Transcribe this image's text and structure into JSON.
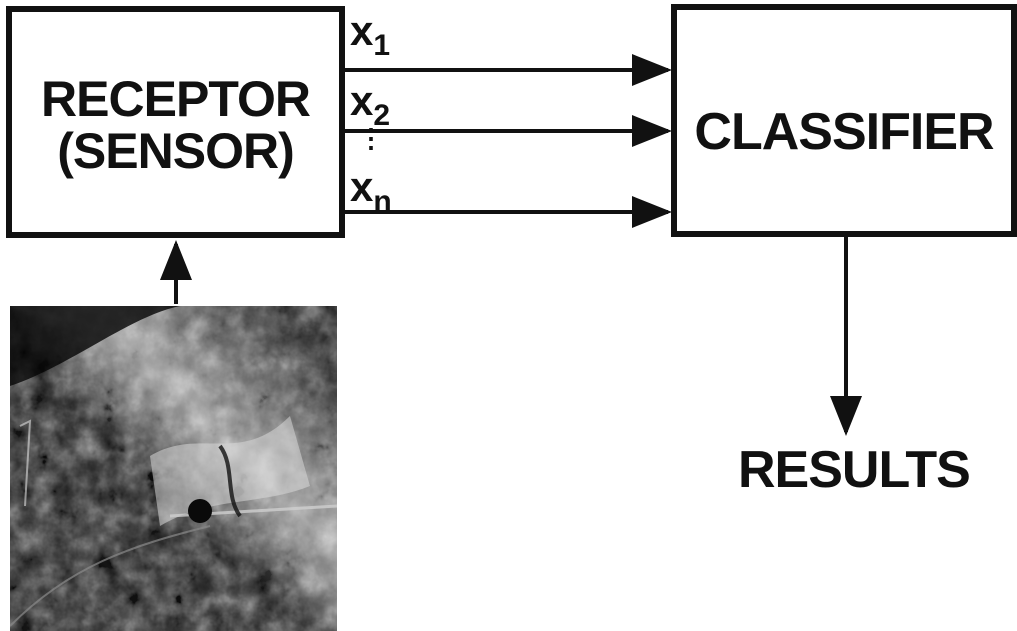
{
  "receptor": {
    "line1": "RECEPTOR",
    "line2": "(SENSOR)"
  },
  "classifier": {
    "label": "CLASSIFIER"
  },
  "features": [
    {
      "base": "x",
      "sub": "1"
    },
    {
      "base": "x",
      "sub": "2"
    },
    {
      "base": "x",
      "sub": "n"
    }
  ],
  "ellipsis": "⋮",
  "output": {
    "label": "RESULTS"
  },
  "input_image": {
    "description": "grayscale photograph"
  },
  "colors": {
    "ink": "#111111",
    "background": "#ffffff"
  }
}
